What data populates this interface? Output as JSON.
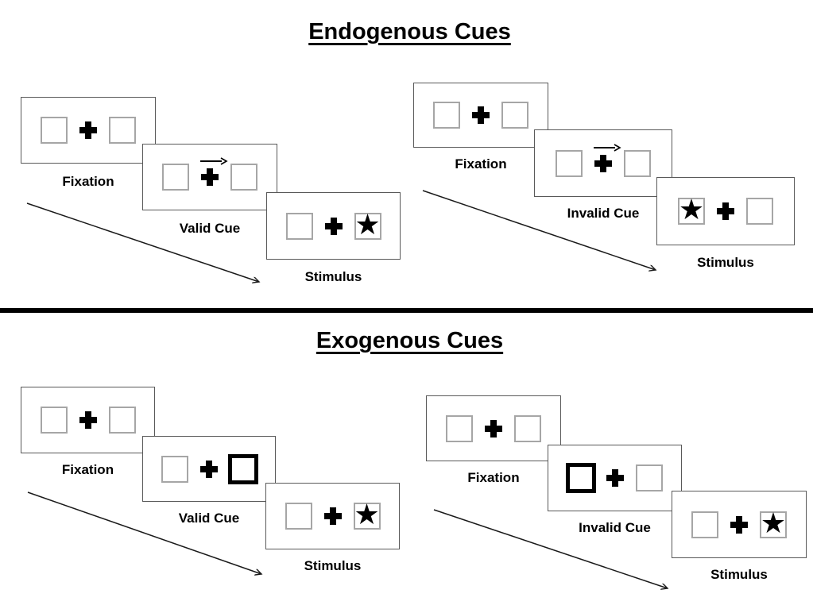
{
  "figure": {
    "description": "Posner attention cueing task diagram comparing endogenous and exogenous cue trial sequences"
  },
  "sections": [
    {
      "title": "Endogenous Cues",
      "groups": [
        {
          "name": "valid-cue-sequence",
          "panels": [
            {
              "label": "Fixation",
              "content": "two empty boxes with central fixation cross"
            },
            {
              "label": "Valid Cue",
              "content": "central right-pointing arrow above fixation cross",
              "cue": "arrow-right"
            },
            {
              "label": "Stimulus",
              "content": "star appears in right box",
              "star_side": "right"
            }
          ]
        },
        {
          "name": "invalid-cue-sequence",
          "panels": [
            {
              "label": "Fixation",
              "content": "two empty boxes with central fixation cross"
            },
            {
              "label": "Invalid Cue",
              "content": "central right-pointing arrow above fixation cross",
              "cue": "arrow-right"
            },
            {
              "label": "Stimulus",
              "content": "star appears in left box",
              "star_side": "left"
            }
          ]
        }
      ]
    },
    {
      "title": "Exogenous Cues",
      "groups": [
        {
          "name": "valid-cue-sequence",
          "panels": [
            {
              "label": "Fixation",
              "content": "two empty boxes with central fixation cross"
            },
            {
              "label": "Valid Cue",
              "content": "right box highlighted with thick black border",
              "cue": "highlight-right-box"
            },
            {
              "label": "Stimulus",
              "content": "star appears in right box",
              "star_side": "right"
            }
          ]
        },
        {
          "name": "invalid-cue-sequence",
          "panels": [
            {
              "label": "Fixation",
              "content": "two empty boxes with central fixation cross"
            },
            {
              "label": "Invalid Cue",
              "content": "left box highlighted with thick black border",
              "cue": "highlight-left-box"
            },
            {
              "label": "Stimulus",
              "content": "star appears in right box",
              "star_side": "right"
            }
          ]
        }
      ]
    }
  ],
  "glyphs": {
    "star": "★",
    "plus": "+",
    "cue_arrow": "→"
  },
  "colors": {
    "ink": "#000000",
    "panel_border": "#595959",
    "box_border": "#a6a6a6",
    "background": "#ffffff"
  }
}
